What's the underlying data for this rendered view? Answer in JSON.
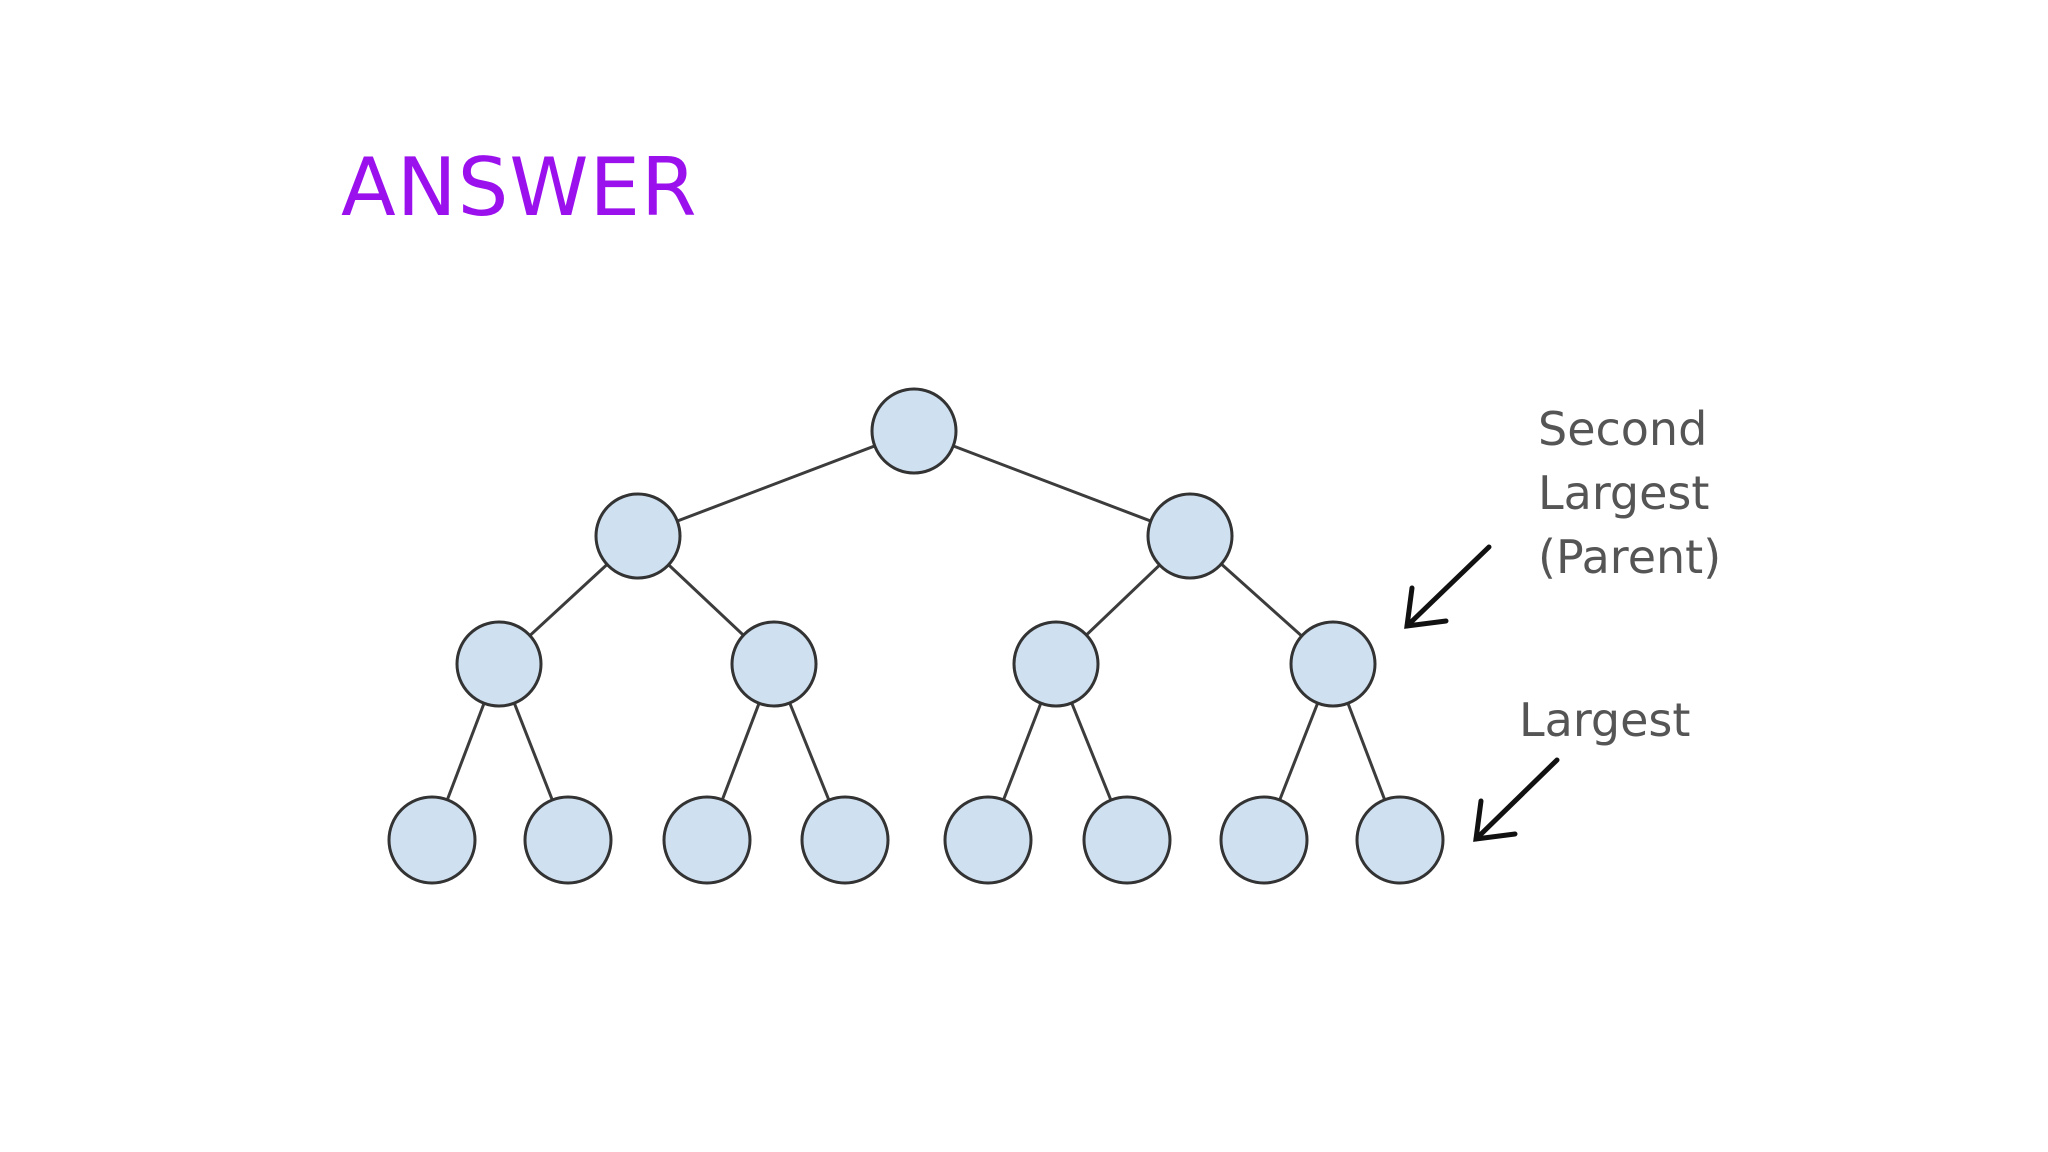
{
  "slide": {
    "title": "ANSWER",
    "title_color": "#9b11ee"
  },
  "diagram": {
    "node_fill": "#cfe0f1",
    "annotation_color": "#555555",
    "annotations": {
      "second_largest": [
        "Second",
        "Largest",
        "(Parent)"
      ],
      "largest": "Largest"
    }
  }
}
